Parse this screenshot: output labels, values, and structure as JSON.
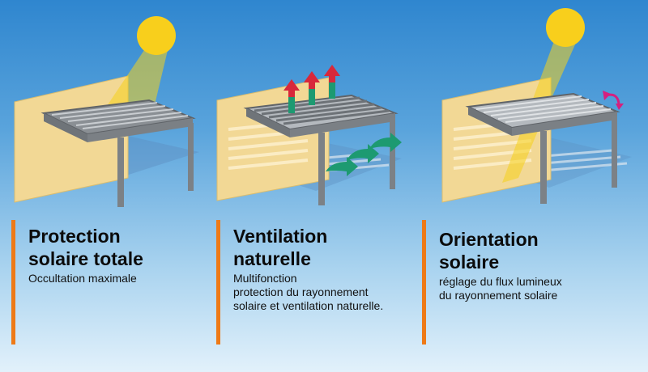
{
  "colors": {
    "accent": "#ee7a17",
    "sun": "#f8cf1c",
    "wall": "#f2d895",
    "structure": "#8a8f94",
    "ventilation_arrow_up": "#d8283b",
    "ventilation_arrow_flow": "#1d9a71",
    "rotate_arrow": "#d5207f"
  },
  "icons": [
    "sun-icon",
    "pergola-icon",
    "airflow-arrow-icon",
    "rotate-arrow-icon"
  ],
  "panels": [
    {
      "title_lines": [
        "Protection",
        "solaire totale"
      ],
      "desc_lines": [
        "Occultation maximale"
      ]
    },
    {
      "title_lines": [
        "Ventilation",
        "naturelle"
      ],
      "desc_lines": [
        "Multifonction",
        "protection du rayonnement",
        "solaire et ventilation naturelle."
      ]
    },
    {
      "title_lines": [
        "Orientation",
        "solaire"
      ],
      "desc_lines": [
        "réglage du flux lumineux",
        "du rayonnement solaire"
      ]
    }
  ]
}
